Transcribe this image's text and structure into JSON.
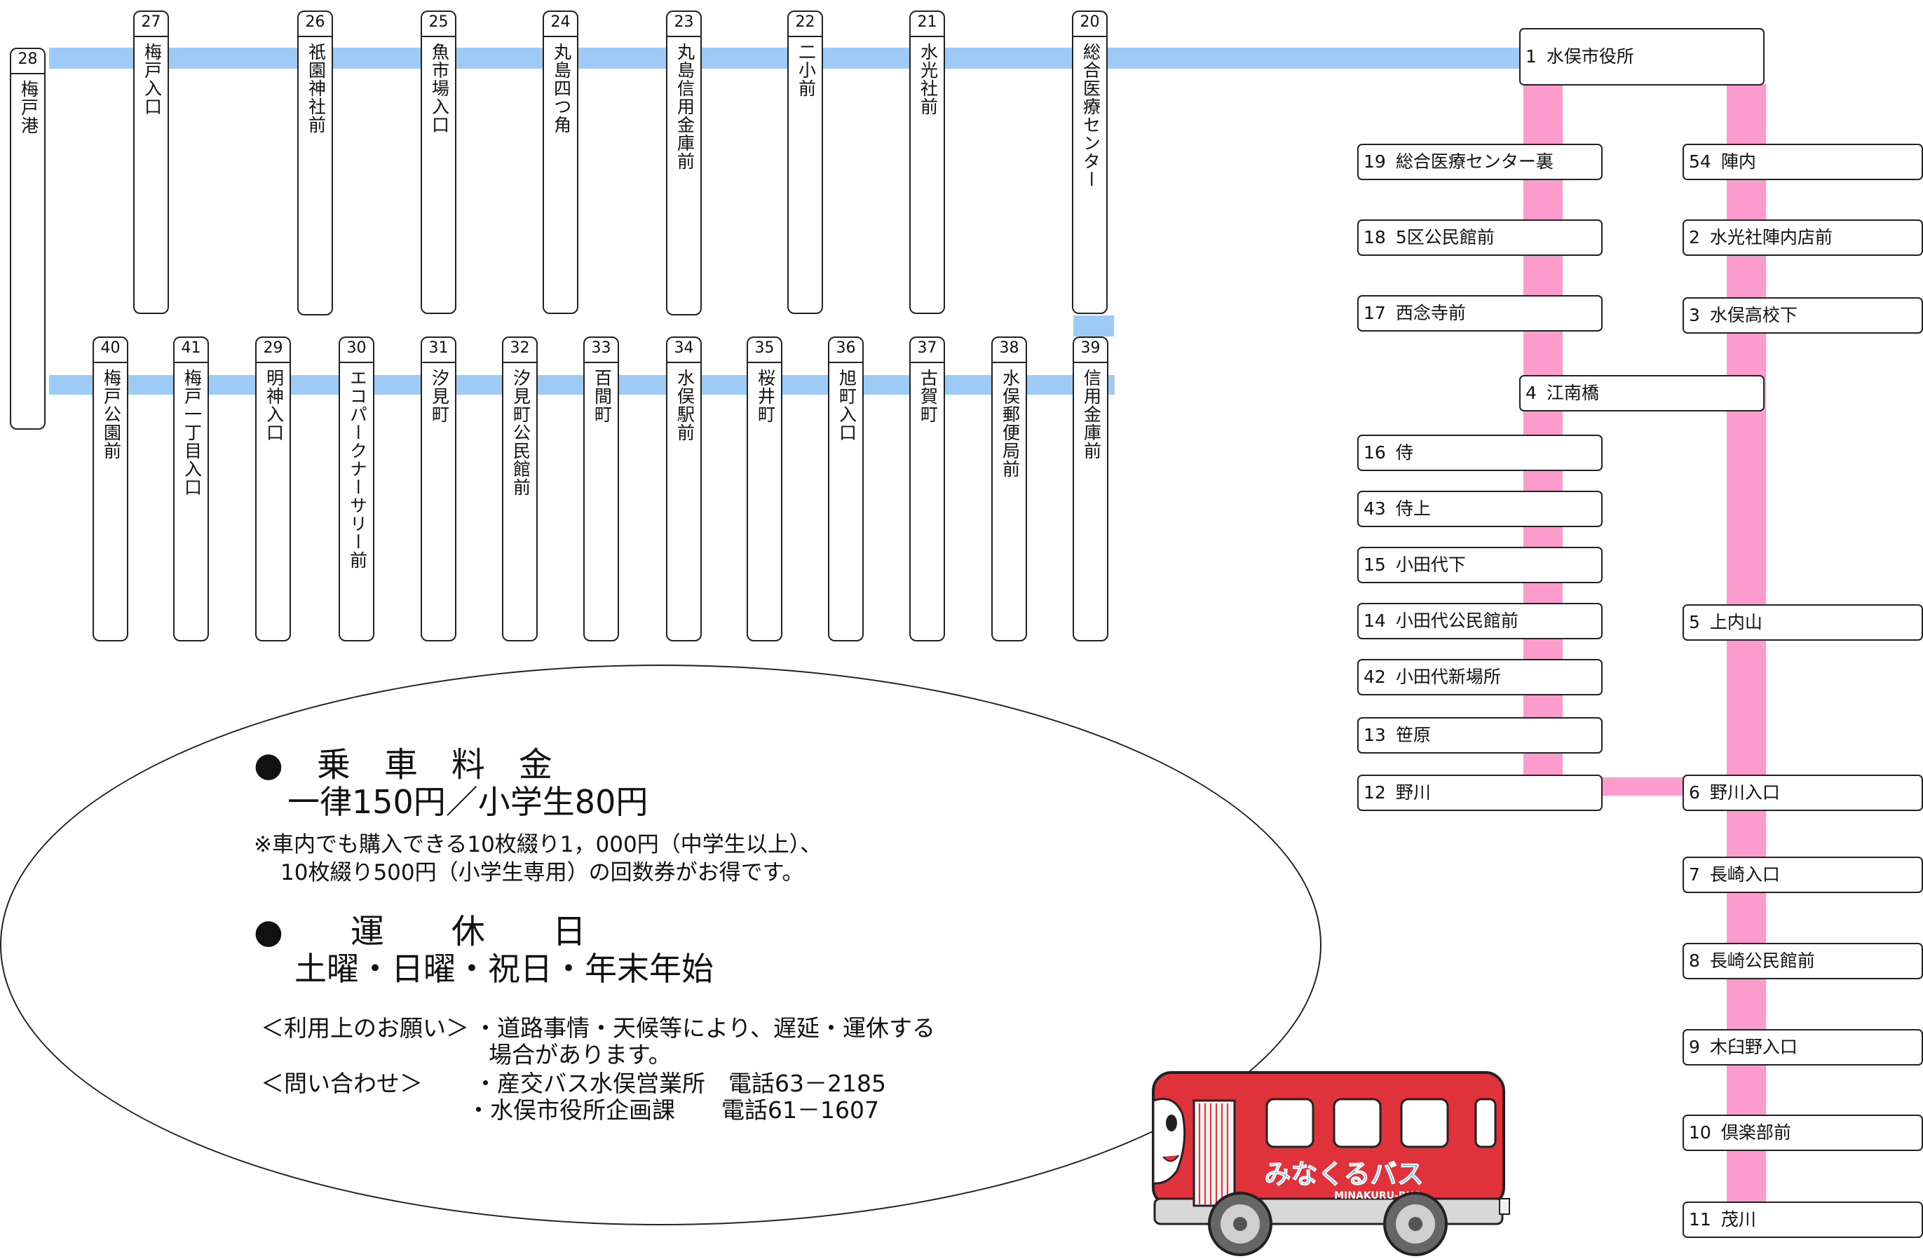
{
  "vertical_stops_top": [
    {
      "num": "28",
      "name": "梅戸港"
    },
    {
      "num": "27",
      "name": "梅戸入口"
    },
    {
      "num": "26",
      "name": "祇園神社前"
    },
    {
      "num": "25",
      "name": "魚市場入口"
    },
    {
      "num": "24",
      "name": "丸島四つ角"
    },
    {
      "num": "23",
      "name": "丸島信用金庫前"
    },
    {
      "num": "22",
      "name": "二小前"
    },
    {
      "num": "21",
      "name": "水光社前"
    },
    {
      "num": "20",
      "name": "総合医療センター"
    }
  ],
  "vertical_stops_bottom": [
    {
      "num": "40",
      "name": "梅戸公園前"
    },
    {
      "num": "41",
      "name": "梅戸一丁目入口"
    },
    {
      "num": "29",
      "name": "明神入口"
    },
    {
      "num": "30",
      "name": "エコパークナーサリー前"
    },
    {
      "num": "31",
      "name": "汐見町"
    },
    {
      "num": "32",
      "name": "汐見町公民館前"
    },
    {
      "num": "33",
      "name": "百間町"
    },
    {
      "num": "34",
      "name": "水俣駅前"
    },
    {
      "num": "35",
      "name": "桜井町"
    },
    {
      "num": "36",
      "name": "旭町入口"
    },
    {
      "num": "37",
      "name": "古賀町"
    },
    {
      "num": "38",
      "name": "水俣郵便局前"
    },
    {
      "num": "39",
      "name": "信用金庫前"
    }
  ],
  "stops_left_column": [
    {
      "num": "19",
      "name": "総合医療センター裏"
    },
    {
      "num": "18",
      "name": "5区公民館前"
    },
    {
      "num": "17",
      "name": "西念寺前"
    },
    {
      "num": "16",
      "name": "侍"
    },
    {
      "num": "43",
      "name": "侍上"
    },
    {
      "num": "15",
      "name": "小田代下"
    },
    {
      "num": "14",
      "name": "小田代公民館前"
    },
    {
      "num": "42",
      "name": "小田代新場所"
    },
    {
      "num": "13",
      "name": "笹原"
    },
    {
      "num": "12",
      "name": "野川"
    }
  ],
  "stops_right_column": [
    {
      "num": "54",
      "name": "陣内"
    },
    {
      "num": "2",
      "name": "水光社陣内店前"
    },
    {
      "num": "3",
      "name": "水俣高校下"
    },
    {
      "num": "5",
      "name": "上内山"
    },
    {
      "num": "6",
      "name": "野川入口"
    },
    {
      "num": "7",
      "name": "長崎入口"
    },
    {
      "num": "8",
      "name": "長崎公民館前"
    },
    {
      "num": "9",
      "name": "木臼野入口"
    },
    {
      "num": "10",
      "name": "倶楽部前"
    },
    {
      "num": "11",
      "name": "茂川"
    }
  ],
  "stop_city_hall": {
    "num": "1",
    "name": "水俣市役所"
  },
  "stop_enan": {
    "num": "4",
    "name": "江南橋"
  },
  "info": {
    "fare_title": "●乗車料金",
    "fare_value": "一律150円／小学生80円",
    "fare_note_1": "※車内でも購入できる10枚綴り1，000円（中学生以上）、",
    "fare_note_2": "10枚綴り500円（小学生専用）の回数券がお得です。",
    "holiday_title": "●運休日",
    "holiday_value": "土曜・日曜・祝日・年末年始",
    "request_label": "＜利用上のお願い＞",
    "request_text_1": "・道路事情・天候等により、遅延・運休する",
    "request_text_2": "場合があります。",
    "contact_label": "＜問い合わせ＞",
    "contact_1": "・産交バス水俣営業所　電話63－2185",
    "contact_2": "・水俣市役所企画課　　電話61－1607"
  },
  "bus": {
    "logo_text": "みなくるバス",
    "logo_sub": "MINAKURU-BUS",
    "body_color": "#e0323a"
  },
  "colors": {
    "blue_route": "#9ecbf5",
    "pink_route": "#fb9ccd"
  }
}
